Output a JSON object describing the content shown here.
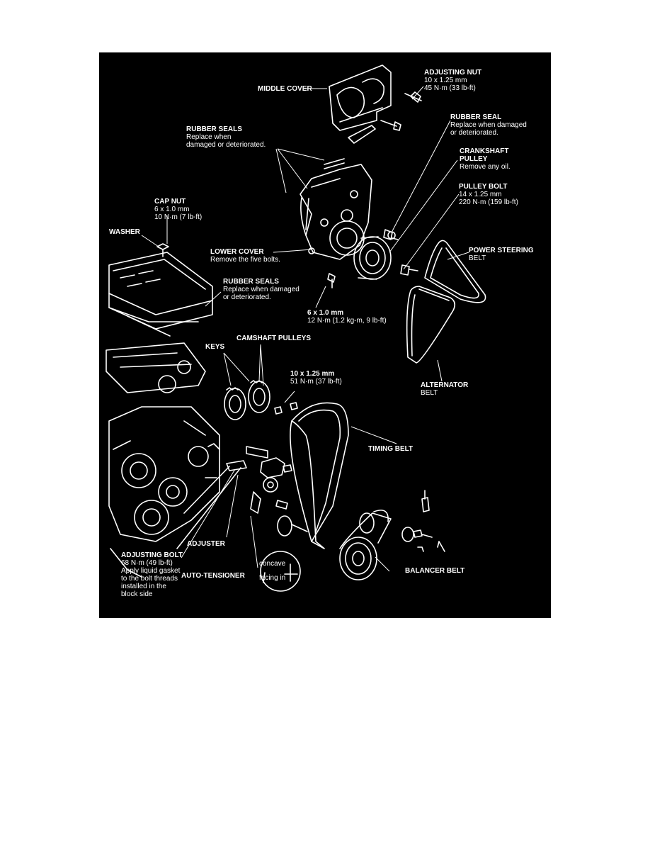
{
  "colors": {
    "background": "#ffffff",
    "figure_background": "#000000",
    "ink": "#ffffff"
  },
  "labels": {
    "middle_cover": {
      "title": "MIDDLE COVER"
    },
    "adjusting_nut": {
      "title": "ADJUSTING NUT",
      "line1": "10 x 1.25 mm",
      "line2": "45 N·m (33 lb-ft)"
    },
    "rubber_seal": {
      "title": "RUBBER SEAL",
      "line1": "Replace when damaged",
      "line2": "or deteriorated."
    },
    "crankshaft_pulley": {
      "title1": "CRANKSHAFT",
      "title2": "PULLEY",
      "line1": "Remove any oil."
    },
    "pulley_bolt": {
      "title": "PULLEY BOLT",
      "line1": "14 x 1.25 mm",
      "line2": "220 N·m (159 lb-ft)"
    },
    "rubber_seals_top": {
      "title": "RUBBER SEALS",
      "line1": "Replace when",
      "line2": "damaged or deteriorated."
    },
    "cap_nut": {
      "title": "CAP NUT",
      "line1": "6 x 1.0 mm",
      "line2": "10 N·m (7 lb-ft)"
    },
    "washer": {
      "title": "WASHER"
    },
    "lower_cover": {
      "title": "LOWER COVER",
      "line1": "Remove the five bolts."
    },
    "rubber_seals_mid": {
      "title": "RUBBER SEALS",
      "line1": "Replace when damaged",
      "line2": "or deteriorated."
    },
    "power_steering_belt": {
      "title1": "POWER STEERING",
      "title2": "BELT"
    },
    "bolt_6x1": {
      "line1": "6 x 1.0 mm",
      "line2": "12 N·m (1.2 kg-m, 9 lb-ft)"
    },
    "keys": {
      "title": "KEYS"
    },
    "camshaft_pulleys": {
      "title": "CAMSHAFT PULLEYS"
    },
    "bolt_10x125": {
      "line1": "10 x 1.25 mm",
      "line2": "51 N·m (37 lb-ft)"
    },
    "alternator_belt": {
      "title1": "ALTERNATOR",
      "title2": "BELT"
    },
    "timing_belt": {
      "title": "TIMING BELT"
    },
    "adjuster": {
      "title": "ADJUSTER"
    },
    "adjusting_bolt": {
      "title": "ADJUSTING BOLT",
      "line1": "68 N·m (49 lb-ft)",
      "line2": "Apply liquid gasket",
      "line3": "to the bolt threads",
      "line4": "installed in the",
      "line5": "block side"
    },
    "auto_tensioner": {
      "title": "AUTO-TENSIONER"
    },
    "balancer_belt": {
      "title": "BALANCER BELT"
    },
    "inset": {
      "line1": "concave",
      "line2": "facing in"
    }
  }
}
